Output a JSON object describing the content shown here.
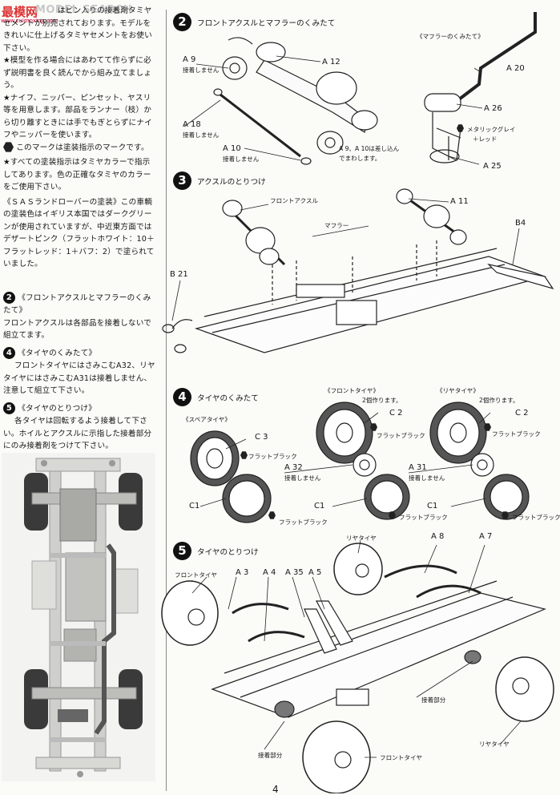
{
  "watermark": {
    "logo": "最模网",
    "brand": "MODEL SEARCH",
    "site": "www.zuimoxing.com"
  },
  "intro": {
    "p1": "はビン入りの接着剤タミヤセメントが別売されております。モデルをきれいに仕上げるタミヤセメントをお使い下さい。",
    "p2": "★模型を作る場合にはあわてて作らずに必ず説明書を良く読んでから組み立てましょう。",
    "p3": "★ナイフ、ニッパー、ピンセット、ヤスリ等を用意します。部品をランナー（枝）から切り離すときには手でもぎとらずにナイフやニッパーを使います。",
    "p4": "このマークは塗装指示のマークです。",
    "p5": "★すべての塗装指示はタミヤカラーで指示してあります。色の正確なタミヤのカラーをご使用下さい。",
    "p6": "《ＳＡＳランドローバーの塗装》この車輌の塗装色はイギリス本国ではダークグリーンが使用されていますが、中近東方面ではデザートピンク（フラットホワイト：10＋フラットレッド：1＋バフ：2）で塗られていました。"
  },
  "notes": [
    {
      "num": "2",
      "title": "《フロントアクスルとマフラーのくみたて》",
      "body": "フロントアクスルは各部品を接着しないで組立てます。"
    },
    {
      "num": "4",
      "title": "《タイヤのくみたて》",
      "body": "フロントタイヤにはさみこむA32、リヤタイヤにはさみこむA31は接着しません、注意して組立て下さい。"
    },
    {
      "num": "5",
      "title": "《タイヤのとりつけ》",
      "body": "各タイヤは回転するよう接着して下さい。ホイルとアクスルに示指した接着部分にのみ接着剤をつけて下さい。"
    }
  ],
  "steps": {
    "s2": {
      "num": "2",
      "title": "フロントアクスルとマフラーのくみたて",
      "muffler": "《マフラーのくみたて》",
      "a9": "A 9",
      "a9note": "接着しません",
      "a12": "A 12",
      "a18": "A 18",
      "a18note": "接着しません",
      "a10": "A 10",
      "a10note": "接着しません",
      "a910note1": "A 9、A 10は差し込ん",
      "a910note2": "でまわします。",
      "a20": "A 20",
      "a26": "A 26",
      "a25": "A 25",
      "paint1": "メタリックグレイ",
      "paint2": "＋レッド"
    },
    "s3": {
      "num": "3",
      "title": "アクスルのとりつけ",
      "front_axle": "フロントアクスル",
      "muffler": "マフラー",
      "a11": "A 11",
      "b4": "B4",
      "b21": "B 21"
    },
    "s4": {
      "num": "4",
      "title": "タイヤのくみたて",
      "spare": "《スペアタイヤ》",
      "front": "《フロントタイヤ》",
      "rear": "《リヤタイヤ》",
      "two": "2個作ります。",
      "c3": "C 3",
      "c2a": "C 2",
      "c2b": "C 2",
      "c1a": "C1",
      "c1b": "C1",
      "c1c": "C1",
      "a32": "A 32",
      "a31": "A 31",
      "no_glue": "接着しません",
      "flat_black": "フラットブラック"
    },
    "s5": {
      "num": "5",
      "title": "タイヤのとりつけ",
      "front_tire": "フロントタイヤ",
      "rear_tire": "リヤタイヤ",
      "a3": "A 3",
      "a4": "A 4",
      "a35": "A 35",
      "a5": "A 5",
      "a8": "A 8",
      "a7": "A 7",
      "glue_part": "接着部分"
    }
  },
  "page_number": "4"
}
